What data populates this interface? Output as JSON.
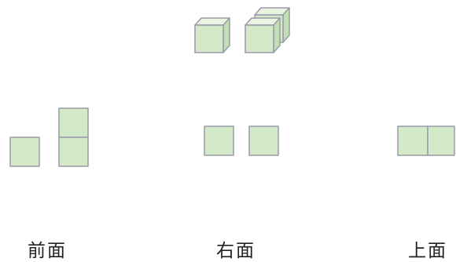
{
  "colors": {
    "face_fill": "#d3eac8",
    "face_stroke": "#9a9aa8",
    "cube_top": "#e8f3e0",
    "cube_side": "#c2dfb3"
  },
  "views": {
    "front": {
      "label": "前面",
      "grid": [
        [
          0,
          1
        ],
        [
          1,
          1
        ]
      ]
    },
    "right": {
      "label": "右面",
      "grid": [
        [
          1,
          1
        ]
      ]
    },
    "top": {
      "label": "上面",
      "grid": [
        [
          1,
          1
        ]
      ]
    }
  }
}
